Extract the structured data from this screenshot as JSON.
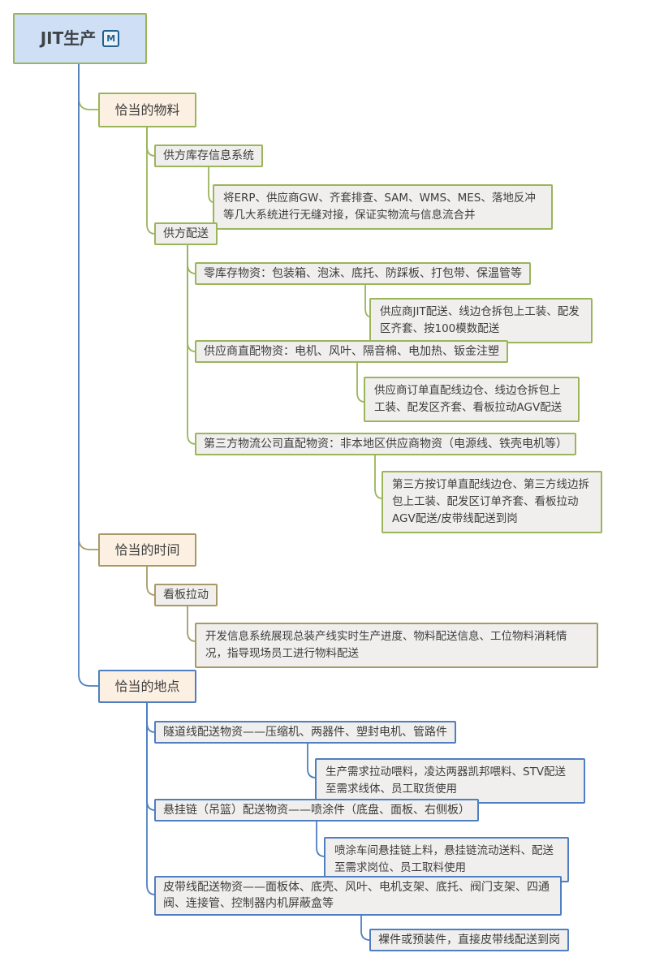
{
  "root": {
    "label": "JIT生产",
    "marker": "M"
  },
  "branches": {
    "material": {
      "topic": "恰当的物料",
      "inventory_system": {
        "topic": "供方库存信息系统",
        "note": "将ERP、供应商GW、齐套排查、SAM、WMS、MES、落地反冲等几大系统进行无缝对接，保证实物流与信息流合并"
      },
      "supplier_delivery": {
        "topic": "供方配送",
        "zero_inventory": {
          "topic": "零库存物资：包装箱、泡沫、底托、防踩板、打包带、保温管等",
          "note": "供应商JIT配送、线边仓拆包上工装、配发区齐套、按100模数配送"
        },
        "supplier_direct": {
          "topic": "供应商直配物资：电机、风叶、隔音棉、电加热、钣金注塑",
          "note": "供应商订单直配线边仓、线边仓拆包上工装、配发区齐套、看板拉动AGV配送"
        },
        "third_party": {
          "topic": "第三方物流公司直配物资：非本地区供应商物资（电源线、铁壳电机等）",
          "note": "第三方按订单直配线边仓、第三方线边拆包上工装、配发区订单齐套、看板拉动AGV配送/皮带线配送到岗"
        }
      }
    },
    "time": {
      "topic": "恰当的时间",
      "kanban": {
        "topic": "看板拉动",
        "note": "开发信息系统展现总装产线实时生产进度、物料配送信息、工位物料消耗情况，指导现场员工进行物料配送"
      }
    },
    "place": {
      "topic": "恰当的地点",
      "tunnel": {
        "topic": "隧道线配送物资——压缩机、两器件、塑封电机、管路件",
        "note": "生产需求拉动喂料，凌达两器凯邦喂料、STV配送至需求线体、员工取货使用"
      },
      "hanging_chain": {
        "topic": "悬挂链（吊篮）配送物资——喷涂件（底盘、面板、右侧板）",
        "note": "喷涂车间悬挂链上料，悬挂链流动送料、配送至需求岗位、员工取料使用"
      },
      "belt_line": {
        "topic": "皮带线配送物资——面板体、底壳、风叶、电机支架、底托、阀门支架、四通阀、连接管、控制器内机屏蔽盒等",
        "note": "裸件或预装件，直接皮带线配送到岗"
      }
    }
  },
  "colors": {
    "material_branch": "#9ab55a",
    "time_branch": "#a89a68",
    "place_branch": "#4f7fc1",
    "root_fill": "#cfe0f6",
    "branch_topic_fill": "#fcf0e3",
    "node_fill": "#f0efed"
  }
}
